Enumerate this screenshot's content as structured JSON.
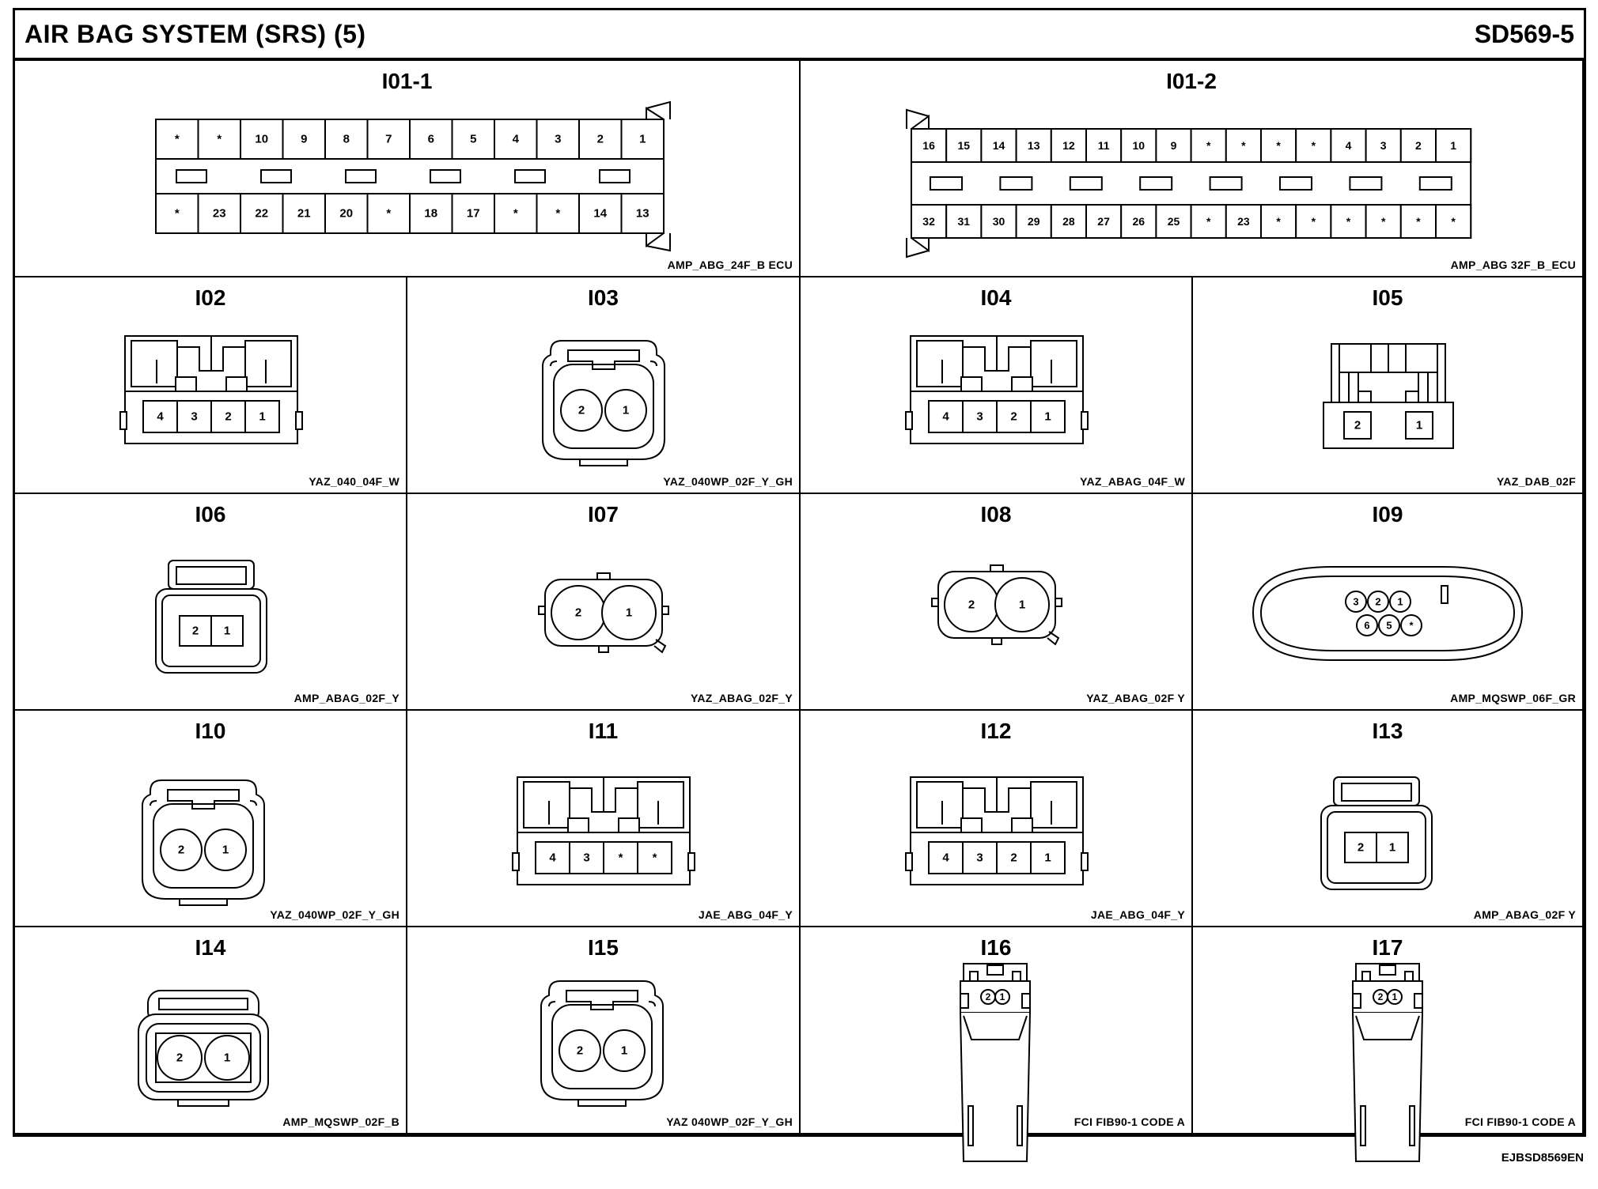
{
  "header": {
    "title": "AIR BAG SYSTEM (SRS) (5)",
    "code": "SD569-5"
  },
  "footer": {
    "code": "EJBSD8569EN"
  },
  "connectors": {
    "c1": {
      "id": "I01-1",
      "code": "AMP_ABG_24F_B ECU",
      "top_pins": [
        "*",
        "*",
        "10",
        "9",
        "8",
        "7",
        "6",
        "5",
        "4",
        "3",
        "2",
        "1"
      ],
      "bottom_pins": [
        "*",
        "23",
        "22",
        "21",
        "20",
        "*",
        "18",
        "17",
        "*",
        "*",
        "14",
        "13"
      ]
    },
    "c2": {
      "id": "I01-2",
      "code": "AMP_ABG 32F_B_ECU",
      "top_pins": [
        "16",
        "15",
        "14",
        "13",
        "12",
        "11",
        "10",
        "9",
        "*",
        "*",
        "*",
        "*",
        "4",
        "3",
        "2",
        "1"
      ],
      "bottom_pins": [
        "32",
        "31",
        "30",
        "29",
        "28",
        "27",
        "26",
        "25",
        "*",
        "23",
        "*",
        "*",
        "*",
        "*",
        "*",
        "*"
      ]
    },
    "c3": {
      "id": "I02",
      "code": "YAZ_040_04F_W",
      "pins": [
        "4",
        "3",
        "2",
        "1"
      ]
    },
    "c4": {
      "id": "I03",
      "code": "YAZ_040WP_02F_Y_GH",
      "pins": [
        "2",
        "1"
      ]
    },
    "c5": {
      "id": "I04",
      "code": "YAZ_ABAG_04F_W",
      "pins": [
        "4",
        "3",
        "2",
        "1"
      ]
    },
    "c6": {
      "id": "I05",
      "code": "YAZ_DAB_02F",
      "pins": [
        "2",
        "1"
      ]
    },
    "c7": {
      "id": "I06",
      "code": "AMP_ABAG_02F_Y",
      "pins": [
        "2",
        "1"
      ]
    },
    "c8": {
      "id": "I07",
      "code": "YAZ_ABAG_02F_Y",
      "pins": [
        "2",
        "1"
      ]
    },
    "c9": {
      "id": "I08",
      "code": "YAZ_ABAG_02F Y",
      "pins": [
        "2",
        "1"
      ]
    },
    "c10": {
      "id": "I09",
      "code": "AMP_MQSWP_06F_GR",
      "pins": [
        "3",
        "2",
        "1",
        "6",
        "5",
        "*"
      ]
    },
    "c11": {
      "id": "I10",
      "code": "YAZ_040WP_02F_Y_GH",
      "pins": [
        "2",
        "1"
      ]
    },
    "c12": {
      "id": "I11",
      "code": "JAE_ABG_04F_Y",
      "pins": [
        "4",
        "3",
        "*",
        "*"
      ]
    },
    "c13": {
      "id": "I12",
      "code": "JAE_ABG_04F_Y",
      "pins": [
        "4",
        "3",
        "2",
        "1"
      ]
    },
    "c14": {
      "id": "I13",
      "code": "AMP_ABAG_02F Y",
      "pins": [
        "2",
        "1"
      ]
    },
    "c15": {
      "id": "I14",
      "code": "AMP_MQSWP_02F_B",
      "pins": [
        "2",
        "1"
      ]
    },
    "c16": {
      "id": "I15",
      "code": "YAZ 040WP_02F_Y_GH",
      "pins": [
        "2",
        "1"
      ]
    },
    "c17": {
      "id": "I16",
      "code": "FCI FIB90-1 CODE A",
      "pins": [
        "2",
        "1"
      ]
    },
    "c18": {
      "id": "I17",
      "code": "FCI FIB90-1 CODE A",
      "pins": [
        "2",
        "1"
      ]
    }
  }
}
